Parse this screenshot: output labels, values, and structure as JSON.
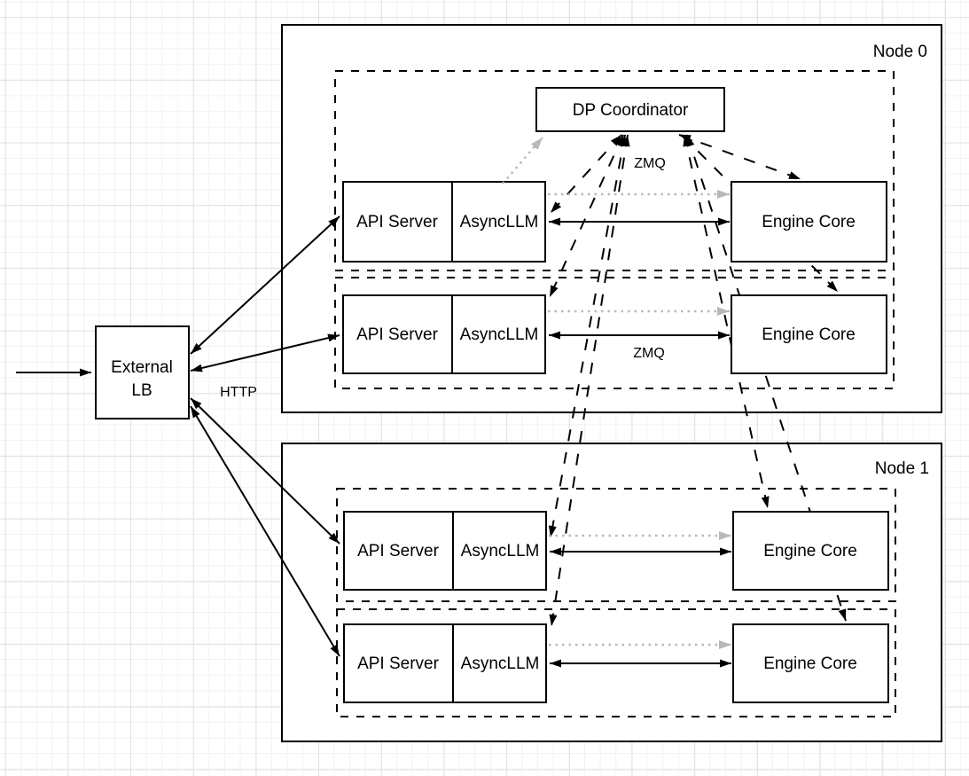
{
  "diagram": {
    "node_labels": {
      "node0": "Node 0",
      "node1": "Node 1"
    },
    "coordinator": {
      "label": "DP Coordinator"
    },
    "external_lb": {
      "line1": "External",
      "line2": "LB"
    },
    "edge_labels": {
      "http": "HTTP",
      "zmq_coordinator": "ZMQ",
      "zmq_engine": "ZMQ"
    },
    "rows": [
      {
        "api_server": "API Server",
        "asyncllm": "AsyncLLM",
        "engine_core": "Engine Core"
      },
      {
        "api_server": "API Server",
        "asyncllm": "AsyncLLM",
        "engine_core": "Engine Core"
      },
      {
        "api_server": "API Server",
        "asyncllm": "AsyncLLM",
        "engine_core": "Engine Core"
      },
      {
        "api_server": "API Server",
        "asyncllm": "AsyncLLM",
        "engine_core": "Engine Core"
      }
    ],
    "colors": {
      "line": "#000000",
      "gray_link": "#b8b8b8",
      "box_fill": "#ffffff",
      "grid_minor": "#f2f2f2",
      "grid_major": "#e2e2e2"
    }
  }
}
